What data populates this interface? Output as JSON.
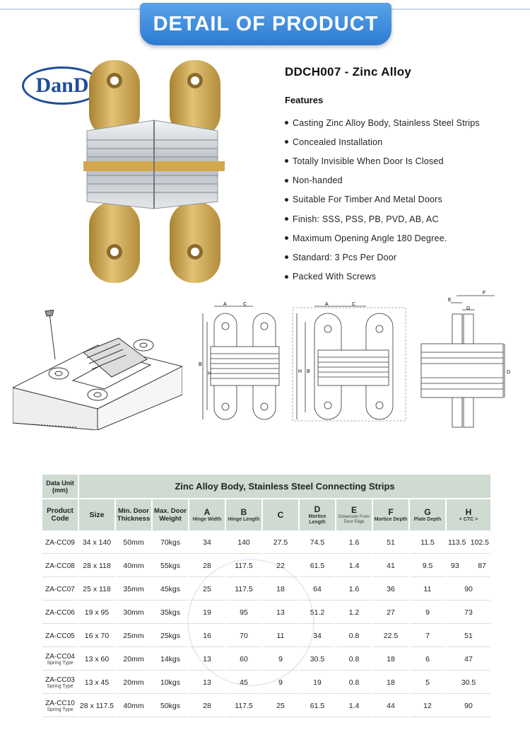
{
  "banner": {
    "title": "DETAIL OF PRODUCT"
  },
  "logo": {
    "text": "DanD",
    "mark": "®"
  },
  "product": {
    "title": "DDCH007 - Zinc Alloy",
    "features_heading": "Features",
    "features": [
      "Casting Zinc Alloy Body, Stainless Steel Strips",
      "Concealed Installation",
      "Totally Invisible When Door Is Closed",
      "Non-handed",
      "Suitable For Timber And Metal Doors",
      "Finish: SSS, PSS, PB, PVD, AB, AC",
      "Maximum Opening Angle 180 Degree.",
      "Standard: 3 Pcs Per Door",
      "Packed With Screws"
    ]
  },
  "diagram_labels": {
    "a": "A",
    "b": "B",
    "c": "C",
    "d": "D",
    "e": "E",
    "f": "F",
    "g": "G",
    "h": "H"
  },
  "table": {
    "unit_label": "Data Unit (mm)",
    "main_title": "Zinc Alloy Body, Stainless Steel Connecting Strips",
    "headers": {
      "code": "Product Code",
      "size": "Size",
      "thickness": "Min. Door Thickness",
      "weight": "Max. Door Weight",
      "a": "A",
      "a_sub": "Hinge Width",
      "b": "B",
      "b_sub": "Hinge Length",
      "c": "C",
      "d": "D",
      "d_sub": "Mortice Length",
      "e": "E",
      "e_sub": "Dimension From Door Edge",
      "f": "F",
      "f_sub": "Mortice Depth",
      "g": "G",
      "g_sub": "Plate Depth",
      "h": "H",
      "h_sub": "< CTC >"
    },
    "rows": [
      {
        "code": "ZA-CC09",
        "note": "",
        "size": "34 x 140",
        "thickness": "50mm",
        "weight": "70kgs",
        "a": "34",
        "b": "140",
        "c": "27.5",
        "d": "74.5",
        "e": "1.6",
        "f": "51",
        "g": "11.5",
        "h1": "113.5",
        "h2": "102.5"
      },
      {
        "code": "ZA-CC08",
        "note": "",
        "size": "28 x 118",
        "thickness": "40mm",
        "weight": "55kgs",
        "a": "28",
        "b": "117.5",
        "c": "22",
        "d": "61.5",
        "e": "1.4",
        "f": "41",
        "g": "9.5",
        "h1": "93",
        "h2": "87"
      },
      {
        "code": "ZA-CC07",
        "note": "",
        "size": "25 x 118",
        "thickness": "35mm",
        "weight": "45kgs",
        "a": "25",
        "b": "117.5",
        "c": "18",
        "d": "64",
        "e": "1.6",
        "f": "36",
        "g": "11",
        "h1": "90",
        "h2": ""
      },
      {
        "code": "ZA-CC06",
        "note": "",
        "size": "19 x 95",
        "thickness": "30mm",
        "weight": "35kgs",
        "a": "19",
        "b": "95",
        "c": "13",
        "d": "51.2",
        "e": "1.2",
        "f": "27",
        "g": "9",
        "h1": "73",
        "h2": ""
      },
      {
        "code": "ZA-CC05",
        "note": "",
        "size": "16 x 70",
        "thickness": "25mm",
        "weight": "25kgs",
        "a": "16",
        "b": "70",
        "c": "11",
        "d": "34",
        "e": "0.8",
        "f": "22.5",
        "g": "7",
        "h1": "51",
        "h2": ""
      },
      {
        "code": "ZA-CC04",
        "note": "Spring Type",
        "size": "13 x 60",
        "thickness": "20mm",
        "weight": "14kgs",
        "a": "13",
        "b": "60",
        "c": "9",
        "d": "30.5",
        "e": "0.8",
        "f": "18",
        "g": "6",
        "h1": "47",
        "h2": ""
      },
      {
        "code": "ZA-CC03",
        "note": "Spring Type",
        "size": "13 x 45",
        "thickness": "20mm",
        "weight": "10kgs",
        "a": "13",
        "b": "45",
        "c": "9",
        "d": "19",
        "e": "0.8",
        "f": "18",
        "g": "5",
        "h1": "30.5",
        "h2": ""
      },
      {
        "code": "ZA-CC10",
        "note": "Spring Type",
        "size": "28 x 117.5",
        "thickness": "40mm",
        "weight": "50kgs",
        "a": "28",
        "b": "117.5",
        "c": "25",
        "d": "61.5",
        "e": "1.4",
        "f": "44",
        "g": "12",
        "h1": "90",
        "h2": ""
      }
    ]
  },
  "colors": {
    "banner": "#2b7bd1",
    "logo": "#1f4f9a",
    "table_header": "#cfdad1",
    "brass": "#c9a24a",
    "steel": "#c8ccd0"
  }
}
